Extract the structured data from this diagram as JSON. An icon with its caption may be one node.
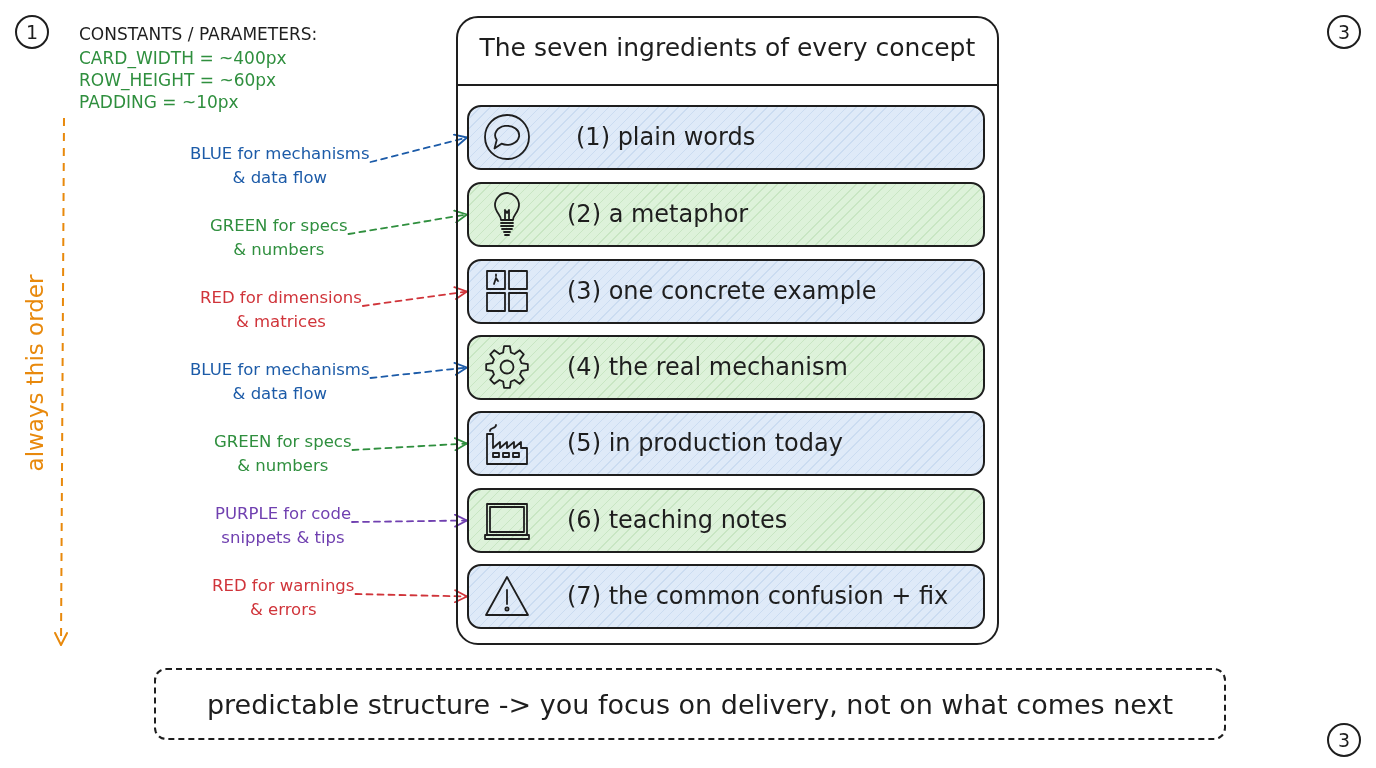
{
  "diagram": {
    "nodes": [
      {
        "text": [
          "1"
        ]
      },
      {
        "text": [
          "The seven ingredients of every concept"
        ]
      },
      {
        "text": [
          "(1) plain words"
        ],
        "in": 1
      },
      {
        "text": [
          "(2) a metaphor"
        ],
        "in": 1
      },
      {
        "text": [
          "(3) one concrete example"
        ],
        "in": 1
      },
      {
        "text": [
          "(4) the real mechanism"
        ],
        "in": 1
      },
      {
        "text": [
          "(5) in production today"
        ],
        "in": 1
      },
      {
        "text": [
          "(6) teaching notes"
        ],
        "in": 1
      },
      {
        "text": [
          "(7) the common confusion + fix"
        ],
        "in": 1
      },
      {
        "text": [
          "3"
        ]
      },
      {
        "text": [
          "BLUE for mechanisms & data flow"
        ]
      },
      {
        "text": [
          "GREEN for specs & numbers"
        ]
      },
      {
        "text": [
          "RED for dimensions & matrices"
        ]
      },
      {
        "text": [
          "BLUE for mechanisms & data flow"
        ]
      },
      {
        "text": [
          "GREEN for specs & numbers"
        ]
      },
      {
        "text": [
          "PURPLE for code snippets & tips"
        ]
      },
      {
        "text": [
          "RED for warnings & errors"
        ]
      },
      {
        "text": [
          "predictable structure -> you focus on delivery, not on what comes next"
        ]
      },
      {
        "text": [
          "3"
        ]
      }
    ],
    "edges": [
      {
        "from": 10,
        "to": 2,
        "arrow": "to",
        "style": "dashed",
        "color": "#1c5ba8"
      },
      {
        "from": 11,
        "to": 3,
        "arrow": "to",
        "style": "dashed",
        "color": "#2f8f3e"
      },
      {
        "from": 12,
        "to": 4,
        "arrow": "to",
        "style": "dashed",
        "color": "#d0343a"
      },
      {
        "from": 13,
        "to": 5,
        "arrow": "to",
        "style": "dashed",
        "color": "#1c5ba8"
      },
      {
        "from": 14,
        "to": 6,
        "arrow": "to",
        "style": "dashed",
        "color": "#2f8f3e"
      },
      {
        "from": 15,
        "to": 7,
        "arrow": "to",
        "style": "dashed",
        "color": "#7040b0"
      },
      {
        "from": 16,
        "to": 8,
        "arrow": "to",
        "style": "dashed",
        "color": "#d0343a"
      }
    ],
    "labels": [
      "CONSTANTS / PARAMETERS:",
      "CARD_WIDTH = ~400px",
      "ROW_HEIGHT = ~60px",
      "PADDING = ~10px",
      "always this order"
    ]
  }
}
